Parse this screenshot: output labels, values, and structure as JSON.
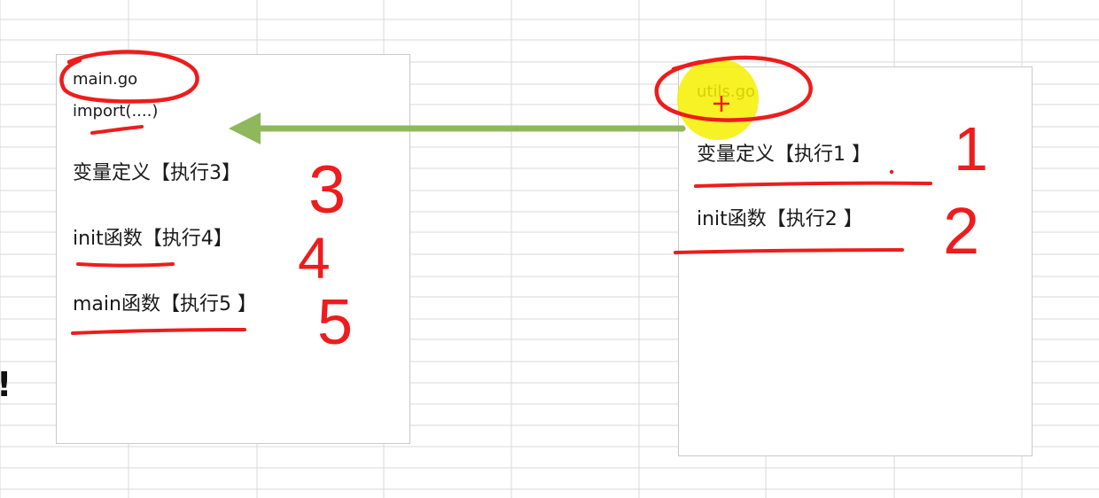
{
  "main_box": {
    "filename": "main.go",
    "import_line": "import(....)",
    "var_def": "变量定义【执行3】",
    "init_fn": "init函数【执行4】",
    "main_fn": "main函数【执行5 】"
  },
  "utils_box": {
    "filename": "utils.go",
    "var_def": "变量定义【执行1 】",
    "init_fn": "init函数【执行2 】"
  },
  "annotations": [
    "3",
    "4",
    "5",
    "1",
    "2"
  ],
  "edge_mark": "!",
  "colors": {
    "annotation": "#ee1c1c",
    "arrow": "#8fb85c",
    "highlight": "#f5f000",
    "grid": "#d9d9d9",
    "box_border": "#c9c9c9"
  }
}
